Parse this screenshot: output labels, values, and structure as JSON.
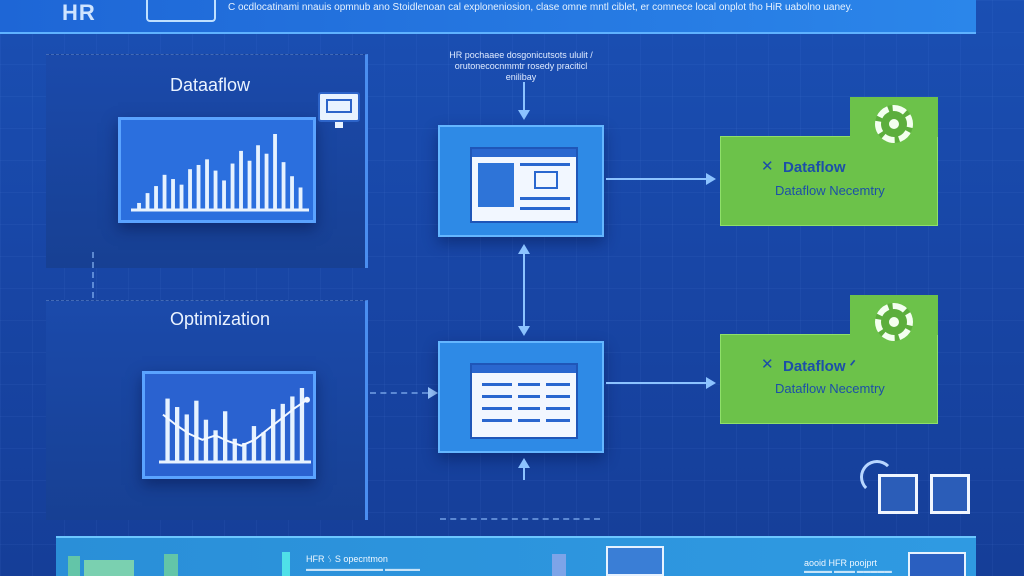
{
  "header": {
    "logo_text": "HR",
    "description": "C ocdlocatinami nnauis opmnub ano Stoidlenoan cal exploneniosion, clase omne mntl ciblet, er comnece local onplot tho HiR uabolno uaney."
  },
  "panels": [
    {
      "title": "Dataaflow",
      "chart_data": {
        "type": "bar",
        "values": [
          5,
          12,
          17,
          25,
          22,
          18,
          29,
          32,
          36,
          28,
          21,
          33,
          42,
          35,
          46,
          40,
          54,
          34,
          24,
          16
        ]
      }
    },
    {
      "title": "Optimization",
      "chart_data": {
        "type": "bar",
        "values": [
          60,
          52,
          45,
          58,
          40,
          30,
          48,
          22,
          18,
          34,
          28,
          50,
          55,
          62,
          70
        ],
        "trend": [
          64,
          50,
          38,
          30,
          36,
          28,
          22,
          30,
          44,
          58,
          72,
          84
        ]
      }
    }
  ],
  "center": {
    "note": "HR pochaaee dosgonicutsots ululit / orutonecocnmmtr rosedy praciticl enilibay"
  },
  "outputs": [
    {
      "icon": "✕",
      "title": "Dataflow",
      "subtitle": "Dataflow Necemtry"
    },
    {
      "icon": "✕",
      "title": "Dataflow ᐟ",
      "subtitle": "Dataflow Necemtry"
    }
  ],
  "footer": {
    "text_left": "HFR ᛊ S opecntmon",
    "text_left_sub": "▬▬▬▬▬▬▬▬▬▬▬ ▬▬▬▬▬",
    "text_right": "aooid HFR poojprt",
    "text_right_sub": "▬▬▬▬ ▬▬▬ ▬▬▬▬▬"
  },
  "colors": {
    "background": "#1a4fb3",
    "process": "#2e8ae6",
    "output": "#6cc24a",
    "accent": "#8cc3ff"
  }
}
